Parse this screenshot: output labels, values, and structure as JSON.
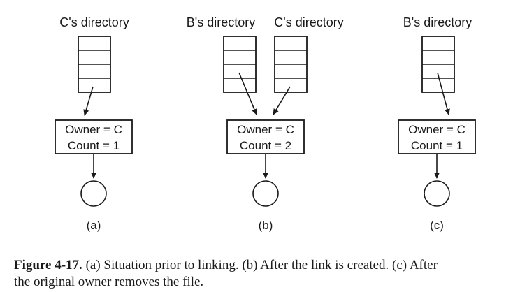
{
  "panels": [
    {
      "id": "a",
      "dir_labels": [
        "C's directory"
      ],
      "owner": "Owner = C",
      "count": "Count = 1",
      "sub_label": "(a)"
    },
    {
      "id": "b",
      "dir_labels": [
        "B's directory",
        "C's directory"
      ],
      "owner": "Owner = C",
      "count": "Count = 2",
      "sub_label": "(b)"
    },
    {
      "id": "c",
      "dir_labels": [
        "B's directory"
      ],
      "owner": "Owner = C",
      "count": "Count = 1",
      "sub_label": "(c)"
    }
  ],
  "caption": {
    "label": "Figure 4-17.",
    "line1": " (a) Situation prior to linking. (b) After the link is created. (c) After",
    "line2": "the original owner removes the file."
  }
}
